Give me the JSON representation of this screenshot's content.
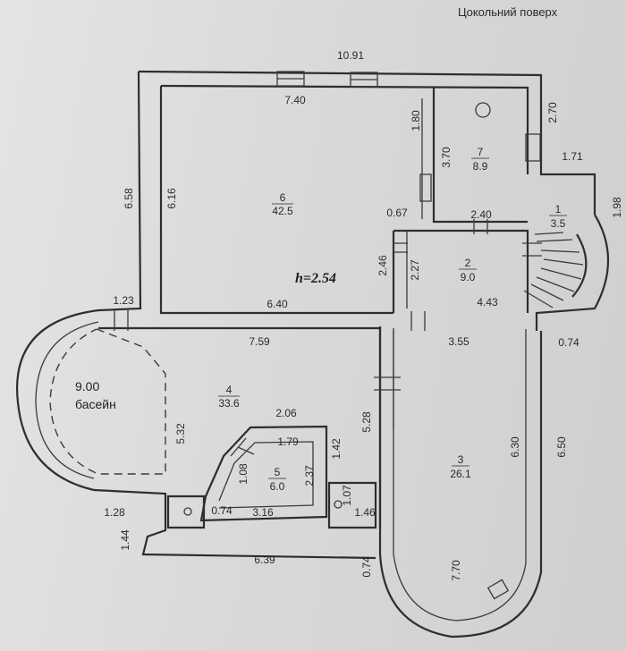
{
  "title": "Цокольний поверх",
  "height_label": "h=2.54",
  "pool": {
    "area": "9.00",
    "name": "басейн"
  },
  "rooms": [
    {
      "number": "6",
      "area": "42.5"
    },
    {
      "number": "7",
      "area": "8.9"
    },
    {
      "number": "1",
      "area": "3.5"
    },
    {
      "number": "2",
      "area": "9.0"
    },
    {
      "number": "4",
      "area": "33.6"
    },
    {
      "number": "5",
      "area": "6.0"
    },
    {
      "number": "3",
      "area": "26.1"
    }
  ],
  "dimensions": {
    "top_overall": "10.91",
    "room6_top": "7.40",
    "room6_left_outer": "6.58",
    "room6_left_inner": "6.16",
    "room6_bottom": "6.40",
    "mid_180": "1.80",
    "room7_height": "3.70",
    "right_270": "2.70",
    "right_171": "1.71",
    "right_198": "1.98",
    "mid_067": "0.67",
    "room2_top": "2.40",
    "mid_246": "2.46",
    "room2_height": "2.27",
    "room2_bottom": "4.43",
    "pool_123": "1.23",
    "room4_top": "7.59",
    "room3_top": "3.55",
    "right_074": "0.74",
    "room4_height": "5.32",
    "room4_right": "5.28",
    "room5_top": "2.06",
    "room5_inner": "1.79",
    "room5_142": "1.42",
    "room5_108": "1.08",
    "room5_237": "2.37",
    "room5_107": "1.07",
    "bottom_146": "1.46",
    "room3_inner": "6.30",
    "room3_outer": "6.50",
    "left_128": "1.28",
    "left_144": "1.44",
    "bottom_074": "0.74",
    "bottom_316": "3.16",
    "bottom_overall": "6.39",
    "bottom_mid_074": "0.74",
    "room3_length": "7.70"
  }
}
